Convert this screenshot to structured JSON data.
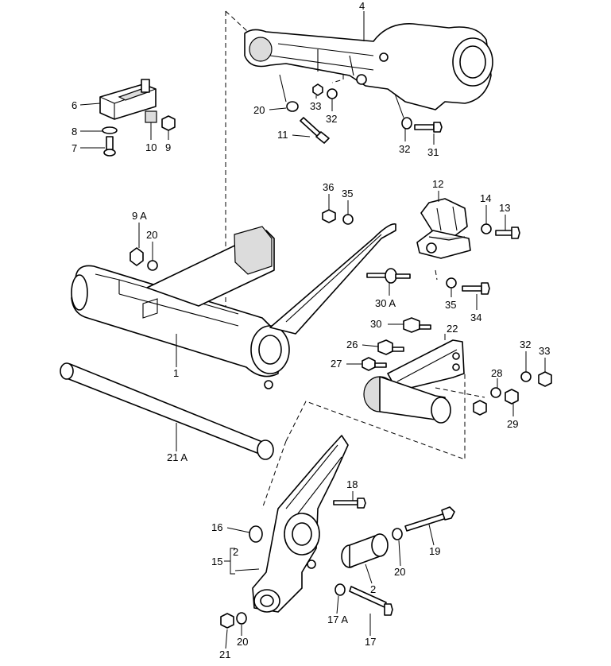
{
  "callouts": [
    {
      "id": "c4",
      "text": "4"
    },
    {
      "id": "c6",
      "text": "6"
    },
    {
      "id": "c8",
      "text": "8"
    },
    {
      "id": "c7",
      "text": "7"
    },
    {
      "id": "c10",
      "text": "10"
    },
    {
      "id": "c9",
      "text": "9"
    },
    {
      "id": "c20a",
      "text": "20"
    },
    {
      "id": "c33a",
      "text": "33"
    },
    {
      "id": "c32a",
      "text": "32"
    },
    {
      "id": "c11",
      "text": "11"
    },
    {
      "id": "c32b",
      "text": "32"
    },
    {
      "id": "c31",
      "text": "31"
    },
    {
      "id": "c36",
      "text": "36"
    },
    {
      "id": "c35a",
      "text": "35"
    },
    {
      "id": "c12",
      "text": "12"
    },
    {
      "id": "c14",
      "text": "14"
    },
    {
      "id": "c13",
      "text": "13"
    },
    {
      "id": "c9A",
      "text": "9 A"
    },
    {
      "id": "c20b",
      "text": "20"
    },
    {
      "id": "c30A",
      "text": "30 A"
    },
    {
      "id": "c35b",
      "text": "35"
    },
    {
      "id": "c34",
      "text": "34"
    },
    {
      "id": "c30",
      "text": "30"
    },
    {
      "id": "c22",
      "text": "22"
    },
    {
      "id": "c26",
      "text": "26"
    },
    {
      "id": "c27",
      "text": "27"
    },
    {
      "id": "c32c",
      "text": "32"
    },
    {
      "id": "c33b",
      "text": "33"
    },
    {
      "id": "c28",
      "text": "28"
    },
    {
      "id": "c29",
      "text": "29"
    },
    {
      "id": "c1",
      "text": "1"
    },
    {
      "id": "c21A",
      "text": "21 A"
    },
    {
      "id": "c18",
      "text": "18"
    },
    {
      "id": "c16",
      "text": "16"
    },
    {
      "id": "c15",
      "text": "15"
    },
    {
      "id": "c2a",
      "text": "2"
    },
    {
      "id": "c2b",
      "text": "2"
    },
    {
      "id": "c19",
      "text": "19"
    },
    {
      "id": "c20c",
      "text": "20"
    },
    {
      "id": "c17A",
      "text": "17 A"
    },
    {
      "id": "c17",
      "text": "17"
    },
    {
      "id": "c21",
      "text": "21"
    },
    {
      "id": "c20d",
      "text": "20"
    }
  ]
}
